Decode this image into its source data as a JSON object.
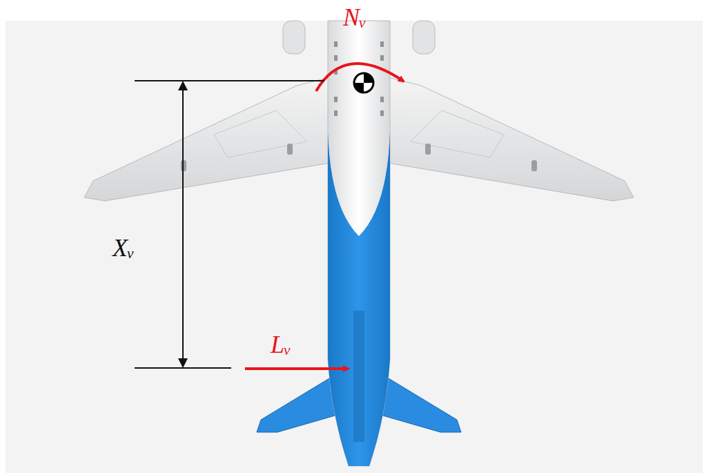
{
  "diagram": {
    "labels": [
      "Nᵥ",
      "Xᵥ",
      "Lᵥ"
    ]
  }
}
